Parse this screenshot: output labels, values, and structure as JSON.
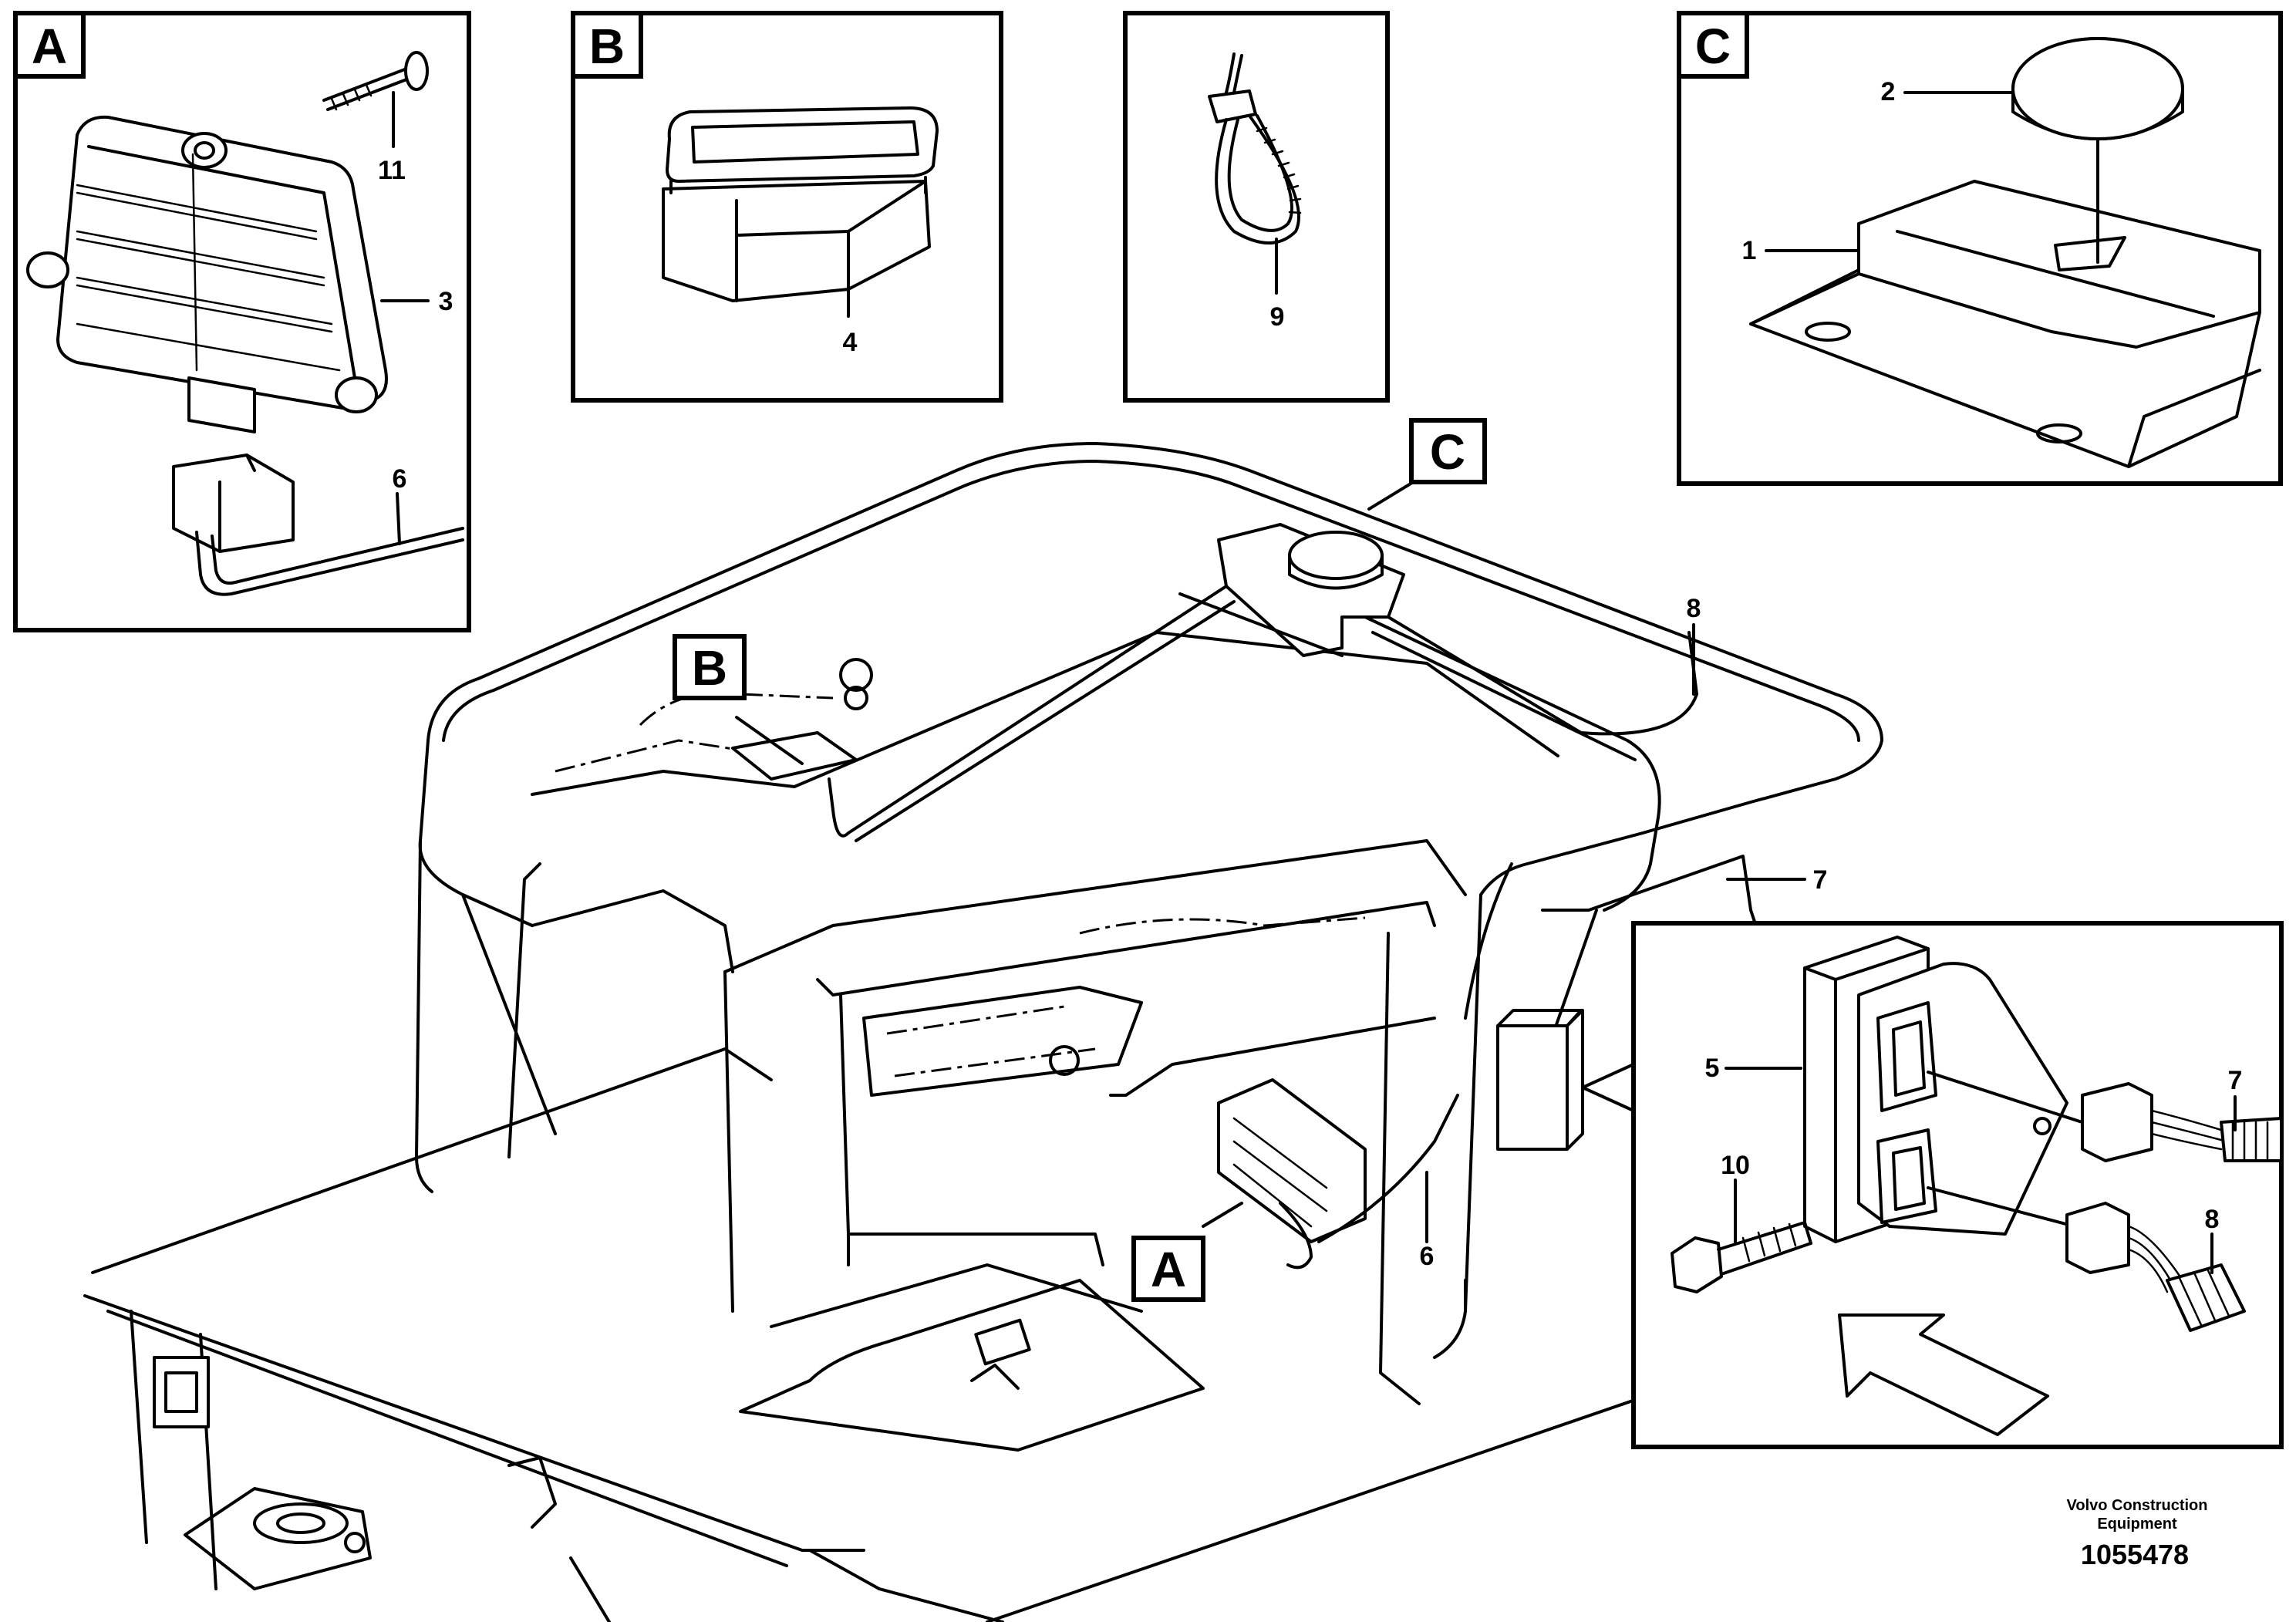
{
  "panels": {
    "a": {
      "letter": "A",
      "callouts": [
        "11",
        "3",
        "6"
      ]
    },
    "b": {
      "letter": "B",
      "callouts": [
        "4"
      ]
    },
    "tie": {
      "callouts": [
        "9"
      ]
    },
    "c": {
      "letter": "C",
      "callouts": [
        "2",
        "1"
      ]
    },
    "detail": {
      "callouts": [
        "5",
        "7",
        "10",
        "8"
      ]
    }
  },
  "main": {
    "flags": [
      "C",
      "B",
      "A"
    ],
    "callouts": [
      "8",
      "7",
      "6"
    ]
  },
  "footer": {
    "company_line1": "Volvo Construction",
    "company_line2": "Equipment",
    "drawing_number": "1055478"
  }
}
